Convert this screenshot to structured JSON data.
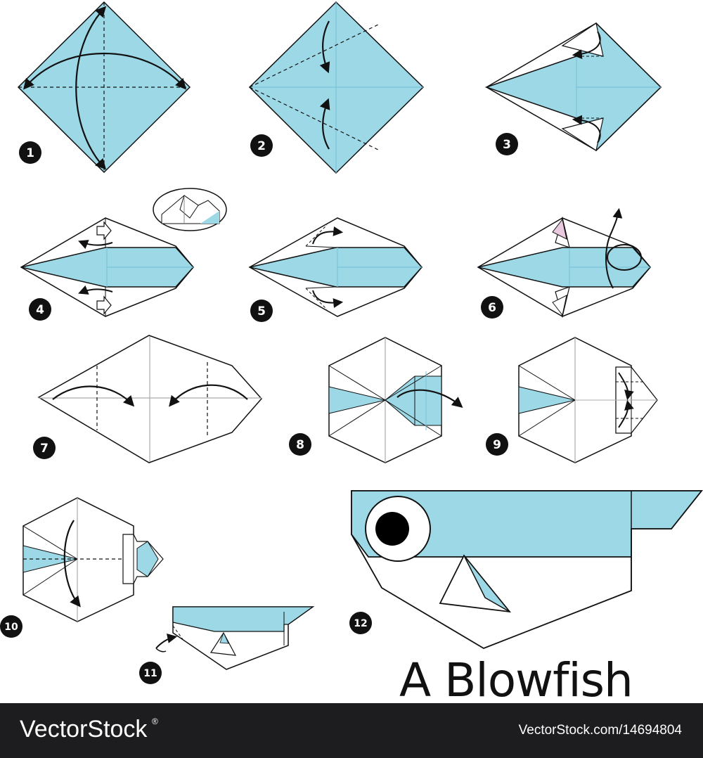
{
  "title": "A Blowfish",
  "steps": [
    "1",
    "2",
    "3",
    "4",
    "5",
    "6",
    "7",
    "8",
    "9",
    "10",
    "11",
    "12"
  ],
  "footer": {
    "brand": "VectorStock",
    "trademark": "®",
    "url": "VectorStock.com/14694804"
  },
  "colors": {
    "paper_blue": "#9dd8e6",
    "crease_blue": "#7ac4d8",
    "outline": "#111111",
    "footer_bg": "#1d1d1f"
  }
}
